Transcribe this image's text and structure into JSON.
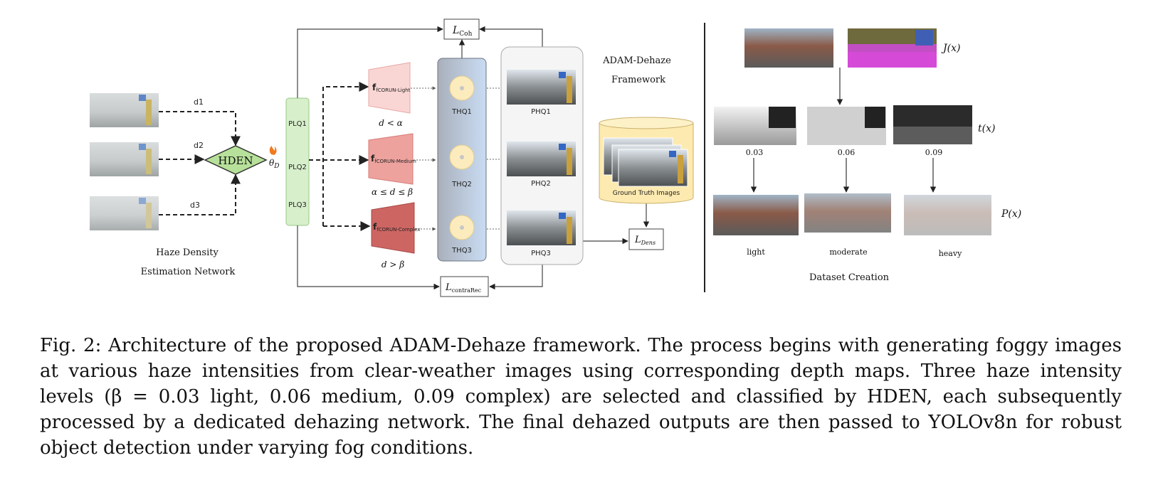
{
  "hden": {
    "label": "HDEN",
    "theta": "θ",
    "theta_sub": "D",
    "distances": [
      "d1",
      "d2",
      "d3"
    ],
    "title_line1": "Haze Density",
    "title_line2": "Estimation Network"
  },
  "lq_box": {
    "items": [
      "PLQ1",
      "PLQ2",
      "PLQ3"
    ]
  },
  "corun": {
    "light": "fCORUN-Light",
    "medium": "fCORUN-Medium",
    "complex": "fCORUN-Complex",
    "cond_light": "d < α",
    "cond_medium": "α ≤ d ≤ β",
    "cond_complex": "d > β"
  },
  "thq": [
    "THQ1",
    "THQ2",
    "THQ3"
  ],
  "phq": [
    "PHQ1",
    "PHQ2",
    "PHQ3"
  ],
  "losses": {
    "coh": "L",
    "coh_sub": "Coh",
    "contra": "L",
    "contra_sub": "contraRec",
    "dens": "L",
    "dens_sub": "Dens"
  },
  "framework": {
    "line1": "ADAM-Dehaze",
    "line2": "Framework"
  },
  "ground_truth": "Ground Truth Images",
  "dataset": {
    "j_label": "J(x)",
    "t_label": "t(x)",
    "p_label": "P(x)",
    "betas": [
      "0.03",
      "0.06",
      "0.09"
    ],
    "levels": [
      "light",
      "moderate",
      "heavy"
    ],
    "title": "Dataset Creation"
  },
  "caption": "Fig. 2: Architecture of the proposed ADAM-Dehaze framework. The process begins with generating foggy images at various haze intensities from clear-weather images using corresponding depth maps. Three haze intensity levels (β = 0.03 light, 0.06 medium, 0.09 complex) are selected and classified by HDEN, each subsequently processed by a dedicated dehazing network. The final dehazed outputs are then passed to YOLOv8n for robust object detection under varying fog conditions."
}
